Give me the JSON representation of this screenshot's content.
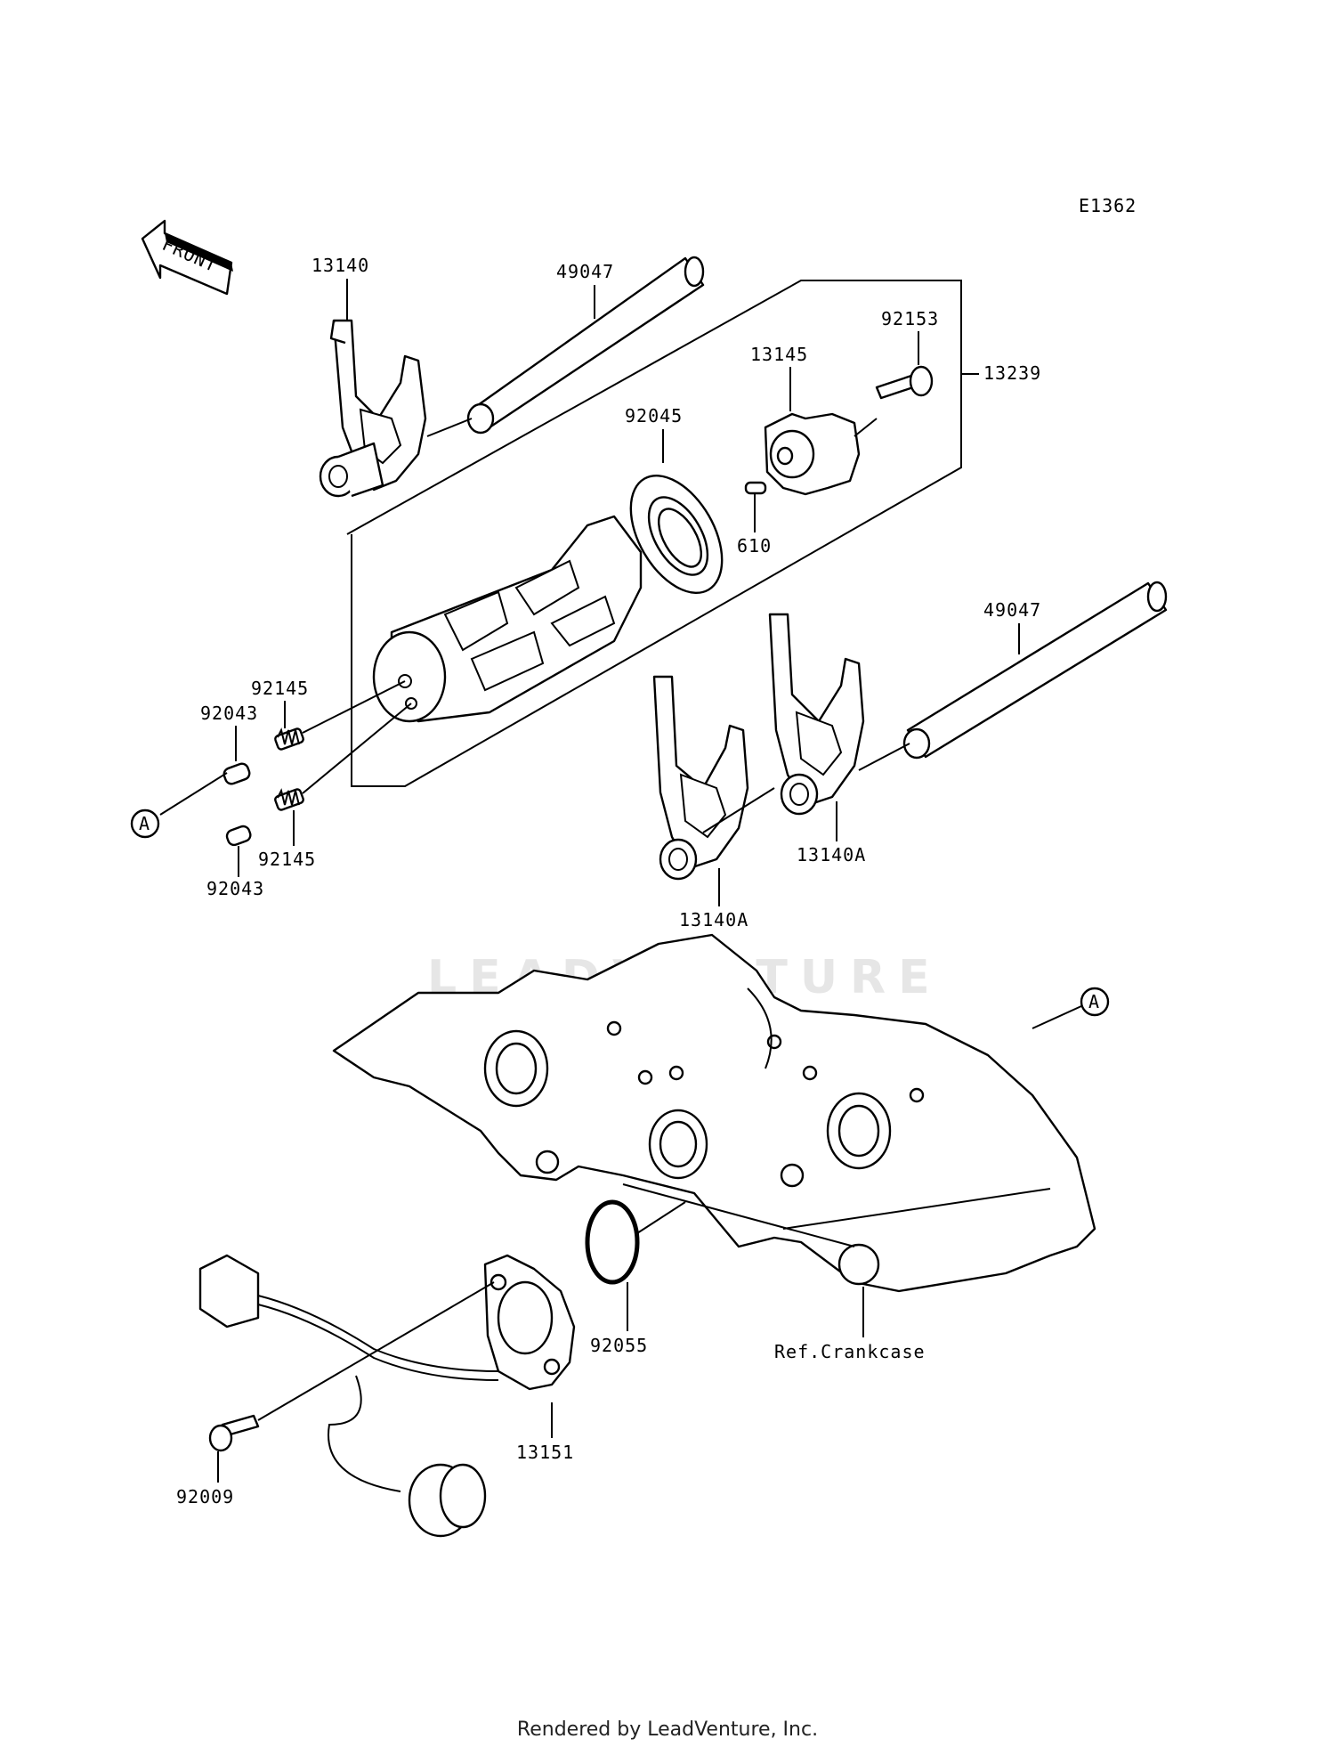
{
  "diagram_code": "E1362",
  "front_label": "FRONT",
  "watermark": "LEADVENTURE",
  "ref_label": "Ref.Crankcase",
  "callout_a": "A",
  "footer": "Rendered by LeadVenture, Inc.",
  "parts": {
    "p13140": "13140",
    "p49047_top": "49047",
    "p92153": "92153",
    "p13145": "13145",
    "p13239": "13239",
    "p92045": "92045",
    "p610": "610",
    "p49047_right": "49047",
    "p92145_top": "92145",
    "p92043_top": "92043",
    "p92145_bottom": "92145",
    "p92043_bottom": "92043",
    "p13140A_right": "13140A",
    "p13140A_left": "13140A",
    "p92055": "92055",
    "p13151": "13151",
    "p92009": "92009"
  }
}
